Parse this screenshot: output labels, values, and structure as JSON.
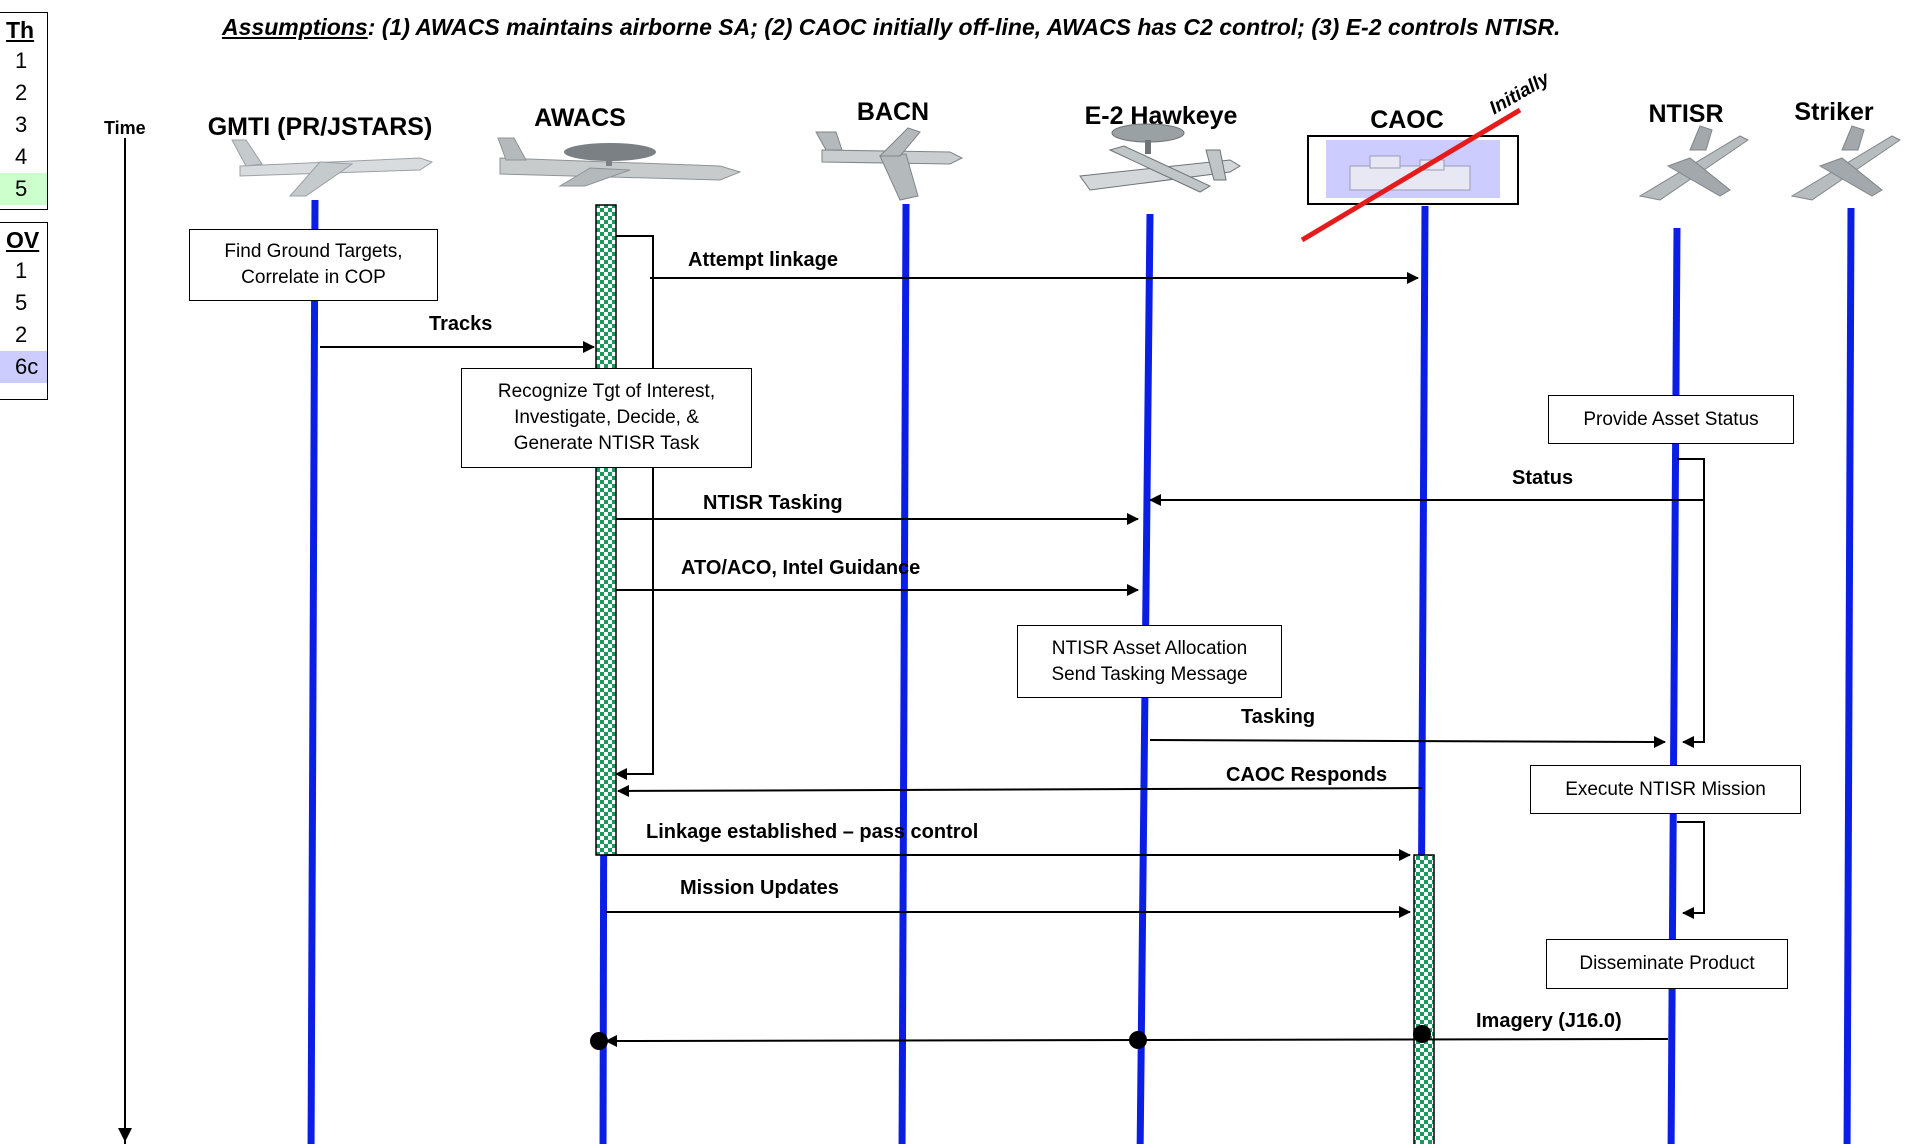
{
  "assumptions": {
    "prefix": "Assumptions",
    "text": ": (1) AWACS maintains airborne SA; (2) CAOC initially off-line, AWACS has C2 control; (3) E-2 controls NTISR."
  },
  "legend": {
    "th": {
      "header": "Th",
      "rows": [
        "1",
        "2",
        "3",
        "4",
        "5"
      ]
    },
    "ov": {
      "header": "OV",
      "rows": [
        "1",
        "5",
        "2",
        "6c"
      ]
    }
  },
  "time_label": "Time",
  "actors": {
    "gmti": "GMTI (PR/JSTARS)",
    "awacs": "AWACS",
    "bacn": "BACN",
    "e2": "E-2 Hawkeye",
    "caoc": "CAOC",
    "caoc_note": "Initially",
    "ntisr": "NTISR",
    "striker": "Striker"
  },
  "boxes": {
    "find_targets": [
      "Find Ground Targets,",
      "Correlate in COP"
    ],
    "recognize": [
      "Recognize Tgt of Interest,",
      "Investigate, Decide, &",
      "Generate NTISR Task"
    ],
    "asset_status": [
      "Provide Asset Status"
    ],
    "allocation": [
      "NTISR Asset Allocation",
      "Send Tasking Message"
    ],
    "execute": [
      "Execute NTISR Mission"
    ],
    "disseminate": [
      "Disseminate Product"
    ]
  },
  "messages": {
    "attempt_linkage": "Attempt linkage",
    "tracks": "Tracks",
    "status": "Status",
    "ntisr_tasking": "NTISR Tasking",
    "ato_aco": "ATO/ACO, Intel Guidance",
    "tasking": "Tasking",
    "caoc_responds": "CAOC Responds",
    "linkage_established": "Linkage established – pass control",
    "mission_updates": "Mission Updates",
    "imagery": "Imagery (J16.0)"
  },
  "colors": {
    "lifeline": "#0a1ee6",
    "activation_green": "#1a9a60",
    "caoc_cross": "#e51b1b",
    "caoc_box_fill": "#ccccff",
    "legend_green": "#ccffcc",
    "legend_blue": "#ccccff"
  },
  "icons": {
    "gmti": "jstars-aircraft-icon",
    "awacs": "awacs-aircraft-icon",
    "bacn": "bacn-aircraft-icon",
    "e2": "e2-hawkeye-aircraft-icon",
    "caoc": "caoc-building-icon",
    "ntisr": "fighter-jet-icon",
    "striker": "fighter-jet-icon"
  }
}
